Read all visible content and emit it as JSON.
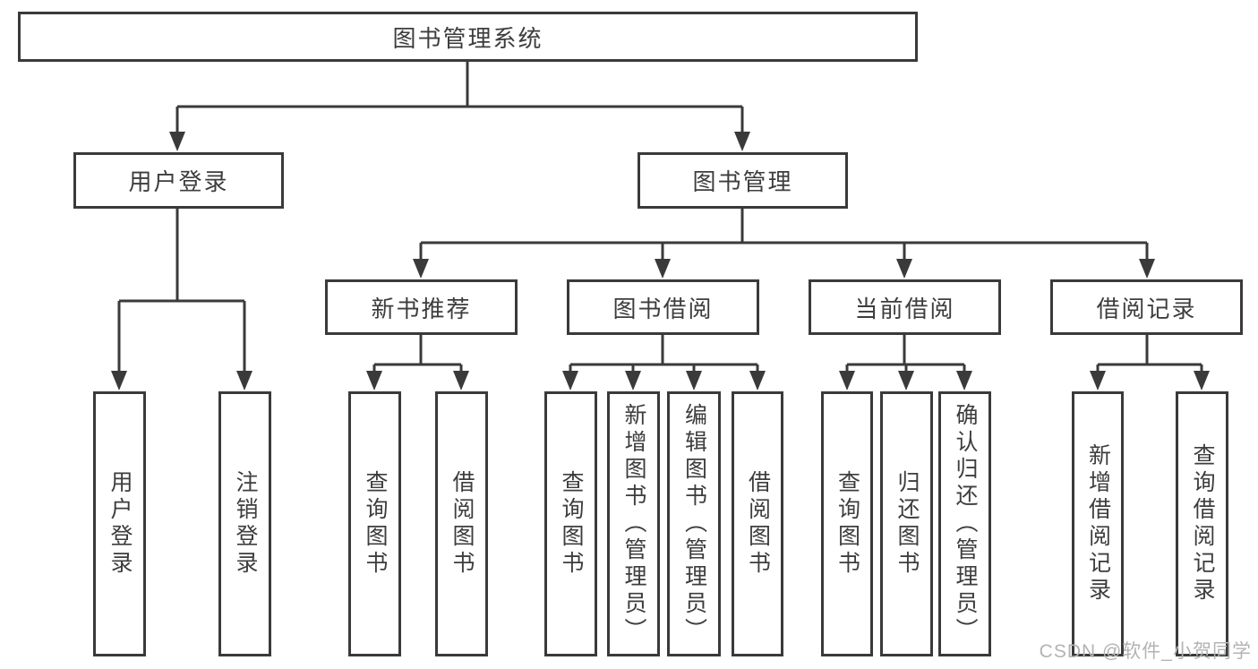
{
  "tree": {
    "root": {
      "label": "图书管理系统"
    },
    "user_branch": {
      "label": "用户登录",
      "children": [
        {
          "label": "用户登录"
        },
        {
          "label": "注销登录"
        }
      ]
    },
    "book_branch": {
      "label": "图书管理",
      "sections": [
        {
          "label": "新书推荐",
          "children": [
            {
              "label": "查询图书"
            },
            {
              "label": "借阅图书"
            }
          ]
        },
        {
          "label": "图书借阅",
          "children": [
            {
              "label": "查询图书"
            },
            {
              "label": "新增图书（管理员）"
            },
            {
              "label": "编辑图书（管理员）"
            },
            {
              "label": "借阅图书"
            }
          ]
        },
        {
          "label": "当前借阅",
          "children": [
            {
              "label": "查询图书"
            },
            {
              "label": "归还图书"
            },
            {
              "label": "确认归还（管理员）"
            }
          ]
        },
        {
          "label": "借阅记录",
          "children": [
            {
              "label": "新增借阅记录"
            },
            {
              "label": "查询借阅记录"
            }
          ]
        }
      ]
    }
  },
  "watermark": {
    "text": "CSDN @软件_小贺同学"
  },
  "colors": {
    "line": "#3a3a3a",
    "text": "#3d3d3d",
    "watermark": "#b3b3b3",
    "background": "#ffffff"
  }
}
